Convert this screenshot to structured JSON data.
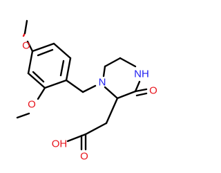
{
  "colors": {
    "carbon_bond": "#000000",
    "oxygen": "#e8141c",
    "nitrogen": "#1d1df0",
    "background": "#ffffff"
  },
  "atoms": {
    "methoxy_o_top": "O",
    "methoxy_o_ortho": "O",
    "ring_n_benzyl": "N",
    "ring_nh": "NH",
    "ketone_o": "O",
    "acid_oh": "OH",
    "acid_o": "O"
  }
}
